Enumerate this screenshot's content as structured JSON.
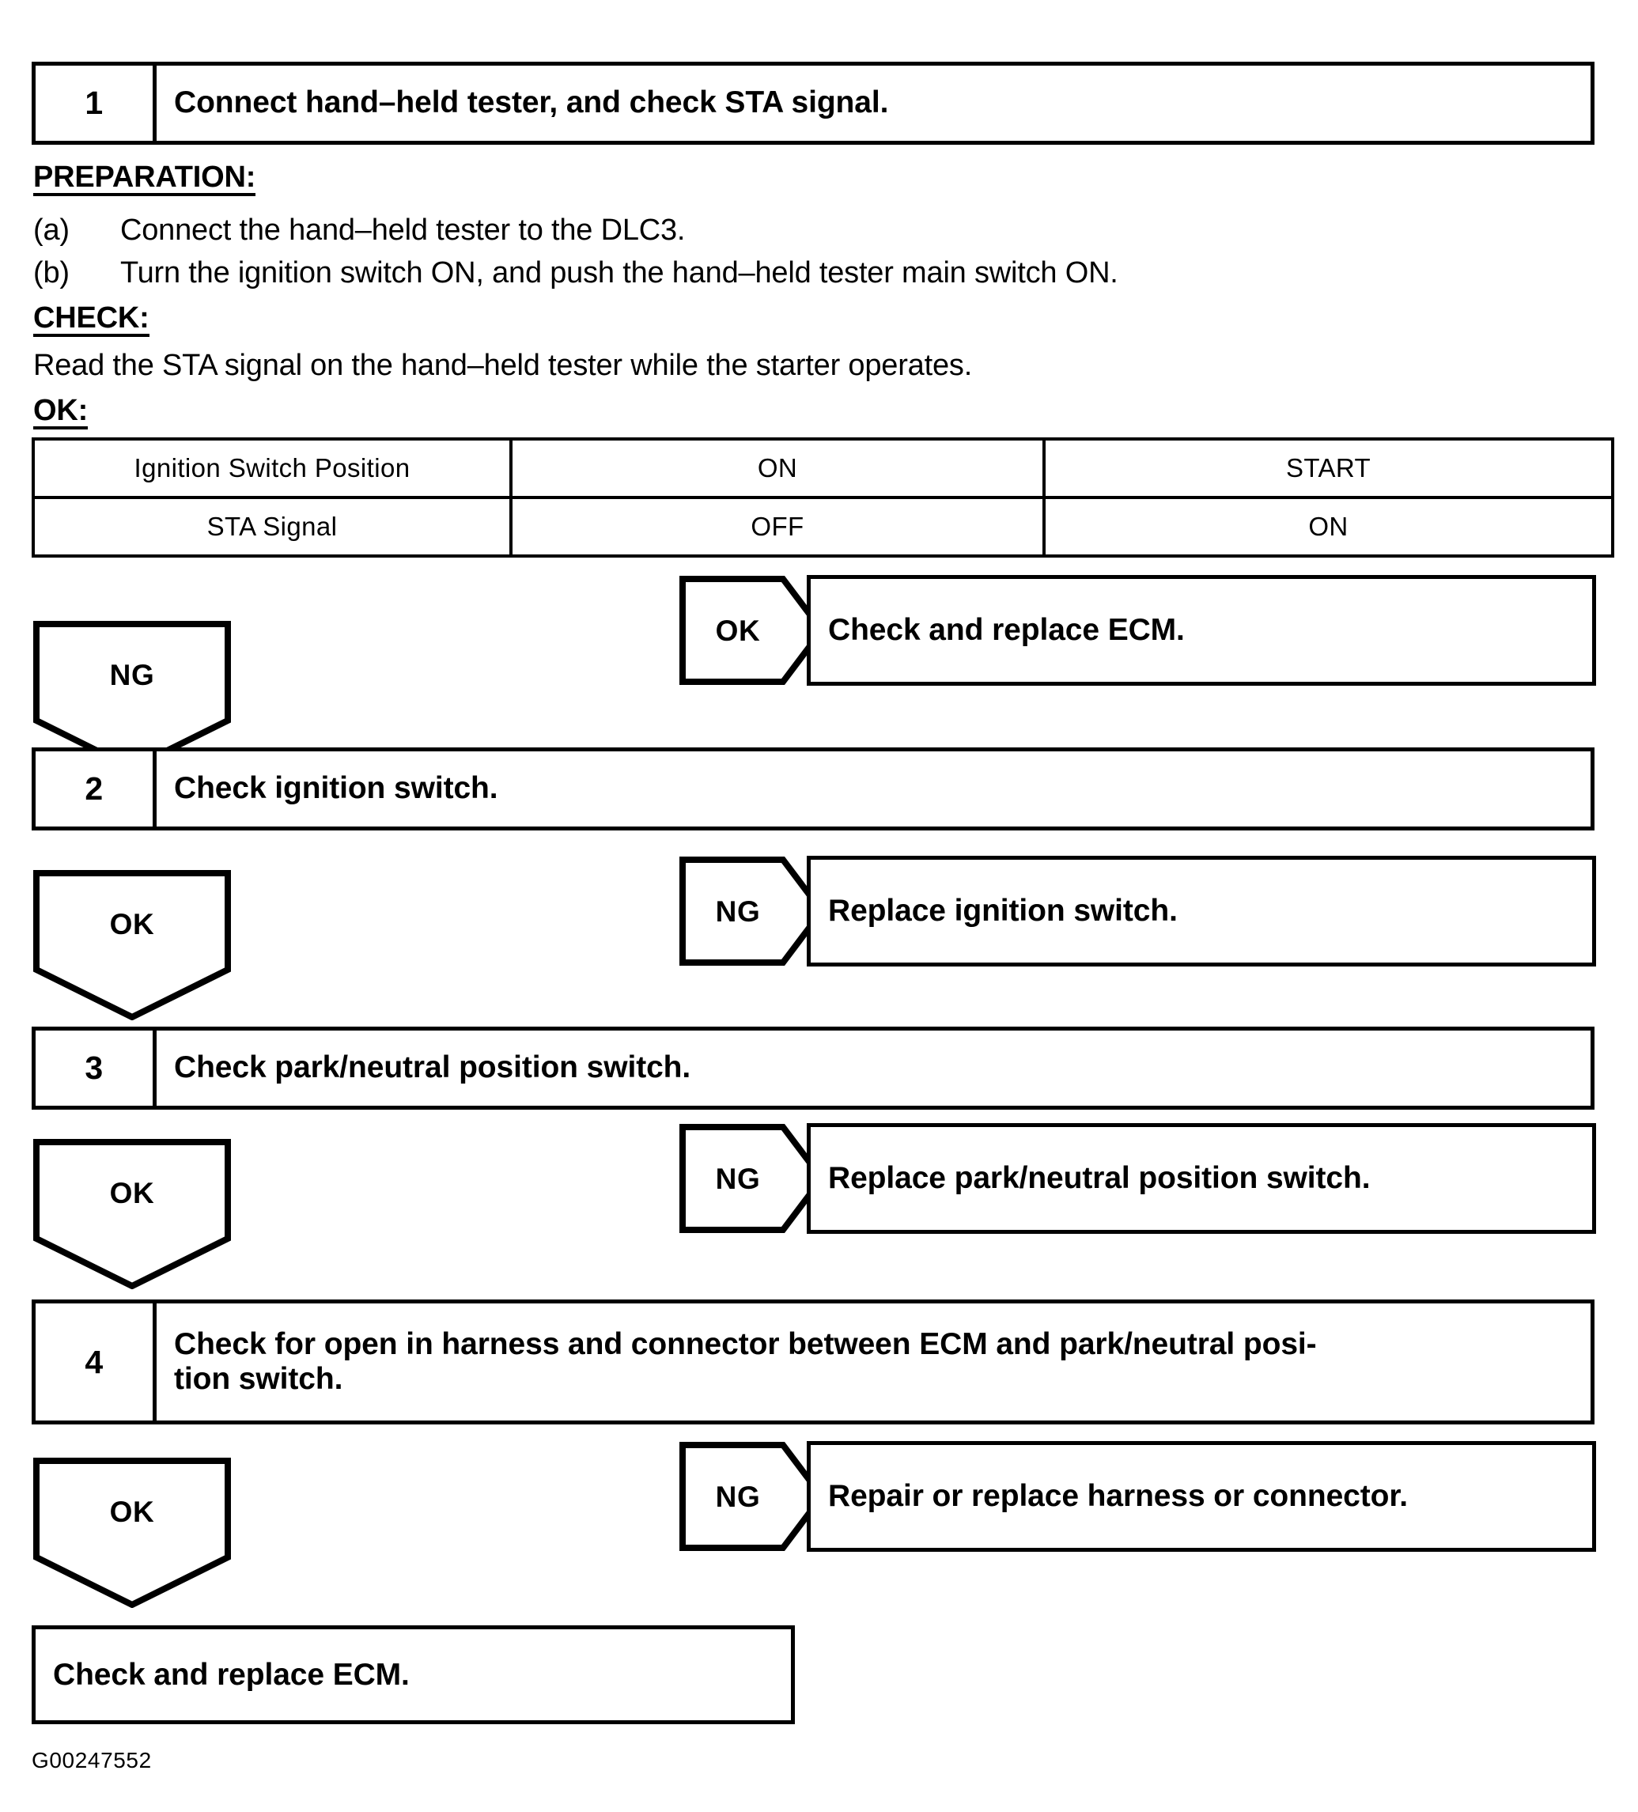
{
  "document": {
    "footer_code": "G00247552"
  },
  "steps": [
    {
      "number": "1",
      "title": "Connect hand–held tester, and check STA signal."
    },
    {
      "number": "2",
      "title": "Check ignition switch."
    },
    {
      "number": "3",
      "title": "Check park/neutral position switch."
    },
    {
      "number": "4",
      "title_line1": "Check for open in harness and connector between ECM and park/neutral posi-",
      "title_line2": "tion switch."
    }
  ],
  "preparation": {
    "heading": "PREPARATION:",
    "items": [
      {
        "marker": "(a)",
        "text": "Connect the hand–held tester to the DLC3."
      },
      {
        "marker": "(b)",
        "text": "Turn the ignition switch ON, and push the hand–held tester main switch ON."
      }
    ]
  },
  "check": {
    "heading": "CHECK:",
    "text": "Read the STA signal on the hand–held tester while the starter operates."
  },
  "ok_section": {
    "heading": "OK:"
  },
  "spec_table": {
    "rows": [
      {
        "label": "Ignition Switch Position",
        "on": "ON",
        "start": "START"
      },
      {
        "label": "STA Signal",
        "on": "OFF",
        "start": "ON"
      }
    ]
  },
  "flags": {
    "step1_ng": "NG",
    "step1_ok": "OK",
    "step2_ok": "OK",
    "step2_ng": "NG",
    "step3_ok": "OK",
    "step3_ng": "NG",
    "step4_ok": "OK",
    "step4_ng": "NG"
  },
  "results": {
    "step1_ok_action": "Check and replace ECM.",
    "step2_ng_action": "Replace ignition switch.",
    "step3_ng_action": "Replace park/neutral position switch.",
    "step4_ng_action": "Repair or replace harness or connector.",
    "final_action": "Check and replace ECM."
  }
}
